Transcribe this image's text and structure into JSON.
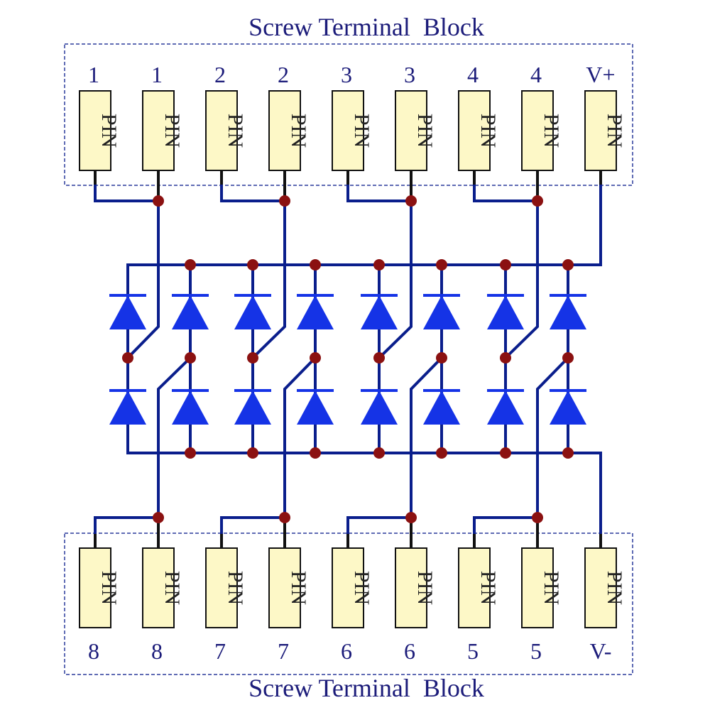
{
  "top_block": {
    "title": "Screw Terminal  Block",
    "pins": [
      {
        "number": "1",
        "label": "PIN"
      },
      {
        "number": "1",
        "label": "PIN"
      },
      {
        "number": "2",
        "label": "PIN"
      },
      {
        "number": "2",
        "label": "PIN"
      },
      {
        "number": "3",
        "label": "PIN"
      },
      {
        "number": "3",
        "label": "PIN"
      },
      {
        "number": "4",
        "label": "PIN"
      },
      {
        "number": "4",
        "label": "PIN"
      },
      {
        "number": "V+",
        "label": "PIN"
      }
    ]
  },
  "bottom_block": {
    "title": "Screw Terminal  Block",
    "pins": [
      {
        "number": "8",
        "label": "PIN"
      },
      {
        "number": "8",
        "label": "PIN"
      },
      {
        "number": "7",
        "label": "PIN"
      },
      {
        "number": "7",
        "label": "PIN"
      },
      {
        "number": "6",
        "label": "PIN"
      },
      {
        "number": "6",
        "label": "PIN"
      },
      {
        "number": "5",
        "label": "PIN"
      },
      {
        "number": "5",
        "label": "PIN"
      },
      {
        "number": "V-",
        "label": "PIN"
      }
    ]
  },
  "colors": {
    "wire": "#0a1e8c",
    "diode": "#1533e6",
    "node": "#8b1111",
    "pin_fill": "#fdf8c7",
    "text": "#1c1c7a"
  },
  "diode_count_per_row": 8,
  "diode_rows": 2
}
